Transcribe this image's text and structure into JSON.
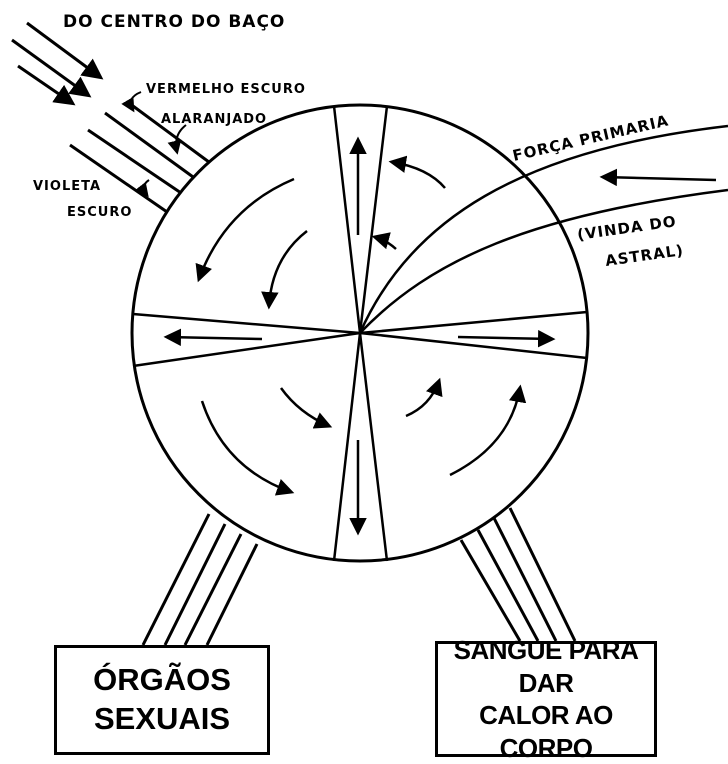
{
  "labels": {
    "top": "DO CENTRO DO BAÇO",
    "dark_red": "VERMELHO ESCURO",
    "orange": "ALARANJADO",
    "violet_line1": "VIOLETA",
    "violet_line2": "ESCURO",
    "primary_force": "FORÇA PRIMARIA",
    "astral_line1": "(VINDA DO",
    "astral_line2": "ASTRAL)"
  },
  "boxes": {
    "left_line1": "ÓRGÃOS",
    "left_line2": "SEXUAIS",
    "right_line1": "SANGUE PARA DAR",
    "right_line2": "CALOR AO CORPO"
  },
  "colors": {
    "ink": "#000000",
    "paper": "#ffffff"
  }
}
